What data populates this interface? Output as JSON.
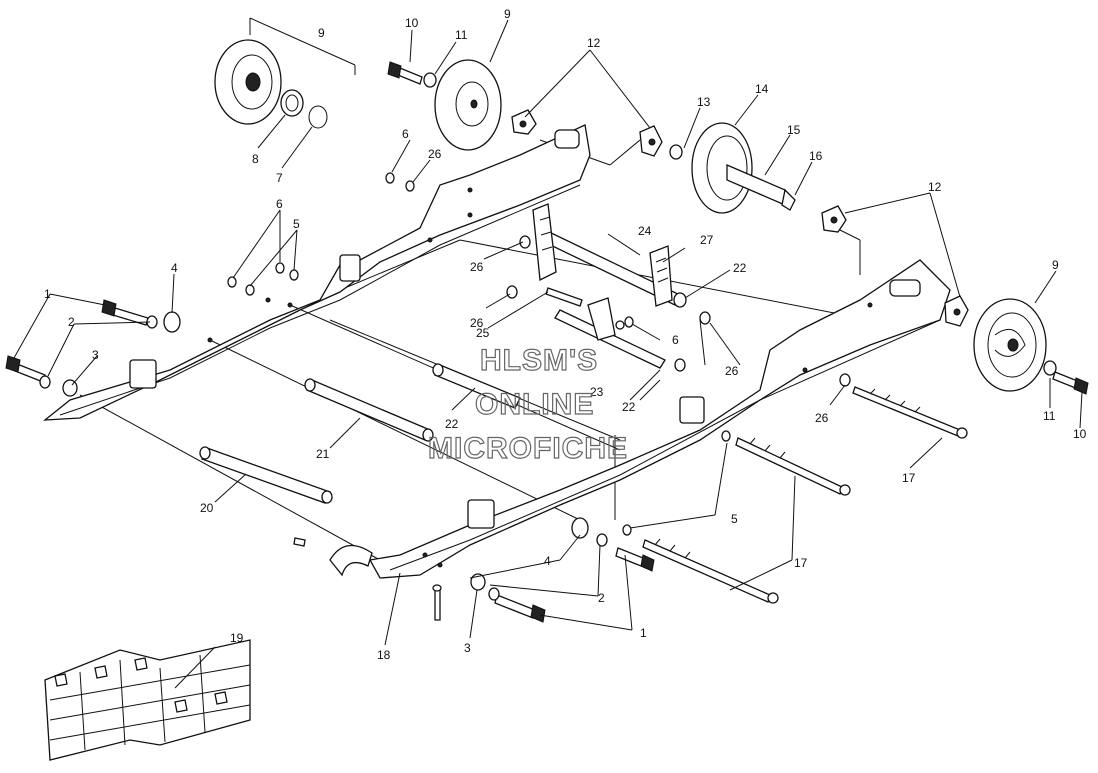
{
  "watermark": {
    "line1": "HLSM'S",
    "line2": "ONLINE",
    "line3": "MICROFICHE"
  },
  "callouts": {
    "c1a": "1",
    "c1b": "1",
    "c2a": "2",
    "c2b": "2",
    "c3a": "3",
    "c3b": "3",
    "c4a": "4",
    "c4b": "4",
    "c5a": "5",
    "c5b": "5",
    "c6a": "6",
    "c6b": "6",
    "c6c": "6",
    "c7": "7",
    "c8": "8",
    "c9a": "9",
    "c9b": "9",
    "c9c": "9",
    "c10a": "10",
    "c10b": "10",
    "c11a": "11",
    "c11b": "11",
    "c12a": "12",
    "c12b": "12",
    "c13": "13",
    "c14": "14",
    "c15": "15",
    "c16": "16",
    "c17a": "17",
    "c17b": "17",
    "c18": "18",
    "c19": "19",
    "c20": "20",
    "c21": "21",
    "c22a": "22",
    "c22b": "22",
    "c22c": "22",
    "c23": "23",
    "c24": "24",
    "c25": "25",
    "c26a": "26",
    "c26b": "26",
    "c26c": "26",
    "c26d": "26",
    "c26e": "26",
    "c27": "27"
  }
}
